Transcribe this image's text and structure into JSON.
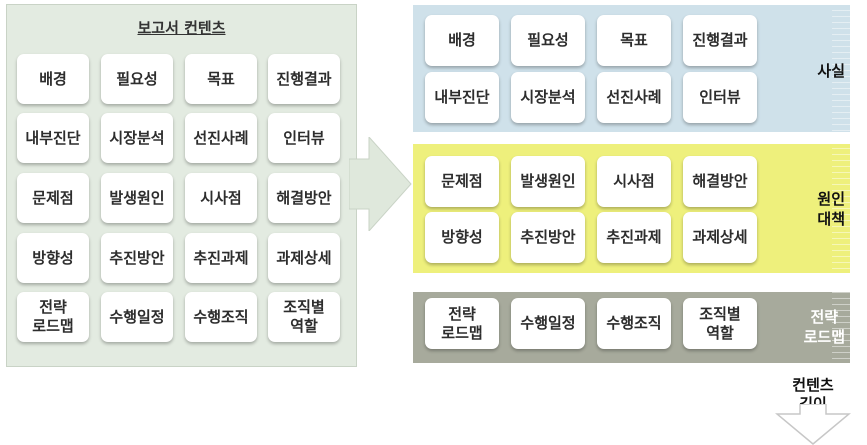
{
  "left_panel": {
    "title": "보고서 컨텐츠",
    "cards": [
      "배경",
      "필요성",
      "목표",
      "진행결과",
      "내부진단",
      "시장분석",
      "선진사례",
      "인터뷰",
      "문제점",
      "발생원인",
      "시사점",
      "해결방안",
      "방향성",
      "추진방안",
      "추진과제",
      "과제상세",
      "전략\n로드맵",
      "수행일정",
      "수행조직",
      "조직별\n역할"
    ]
  },
  "bands": [
    {
      "label": "사실",
      "cards": [
        "배경",
        "필요성",
        "목표",
        "진행결과",
        "내부진단",
        "시장분석",
        "선진사례",
        "인터뷰"
      ]
    },
    {
      "label": "원인\n대책",
      "cards": [
        "문제점",
        "발생원인",
        "시사점",
        "해결방안",
        "방향성",
        "추진방안",
        "추진과제",
        "과제상세"
      ]
    },
    {
      "label": "전략\n로드맵",
      "cards": [
        "전략\n로드맵",
        "수행일정",
        "수행조직",
        "조직별\n역할"
      ]
    }
  ],
  "depth_label": "컨텐츠\n깊이",
  "colors": {
    "fact": "#cfe1ea",
    "cause": "#eef07c",
    "strategy": "#a7aa9c",
    "left_panel": "#e3ebe1"
  }
}
